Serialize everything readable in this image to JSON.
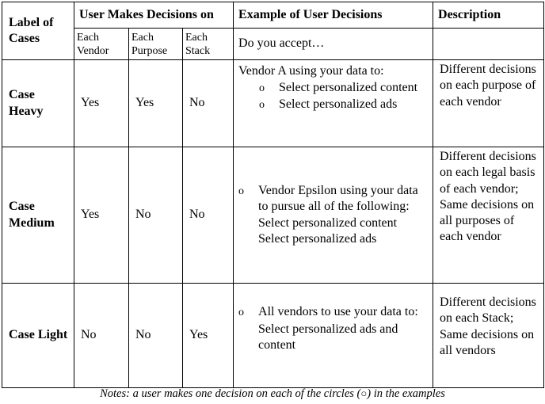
{
  "header": {
    "label_of_cases": "Label of Cases",
    "user_makes_decisions_on": "User Makes Decisions on",
    "example_of_user_decisions": "Example of User Decisions",
    "description": "Description",
    "each_vendor": "Each Vendor",
    "each_purpose": "Each Purpose",
    "each_stack": "Each Stack",
    "do_you_accept": "Do you accept…"
  },
  "rows": [
    {
      "label": "Case Heavy",
      "each_vendor": "Yes",
      "each_purpose": "Yes",
      "each_stack": "No",
      "example_intro": "Vendor A using your data to:",
      "example_bullets": [
        "Select personalized content",
        "Select personalized ads"
      ],
      "description": "Different decisions on each purpose of each vendor"
    },
    {
      "label": "Case Medium",
      "each_vendor": "Yes",
      "each_purpose": "No",
      "each_stack": "No",
      "example_bullet": "Vendor Epsilon using your data to pursue all of the following:",
      "example_lines": [
        "Select personalized content",
        "Select personalized ads"
      ],
      "description": "Different decisions on each legal basis of each vendor; Same decisions on all purposes of each vendor"
    },
    {
      "label": "Case Light",
      "each_vendor": "No",
      "each_purpose": "No",
      "each_stack": "Yes",
      "example_bullet": "All vendors to use your data to:",
      "example_lines": [
        "Select personalized ads and content"
      ],
      "description": "Different decisions on each Stack; Same decisions on all vendors"
    }
  ],
  "bullet_glyph": "o",
  "notes": {
    "before": "Notes: a user makes one decision on each of the circles (",
    "circle_glyph": "○",
    "after": ") in the examples"
  }
}
